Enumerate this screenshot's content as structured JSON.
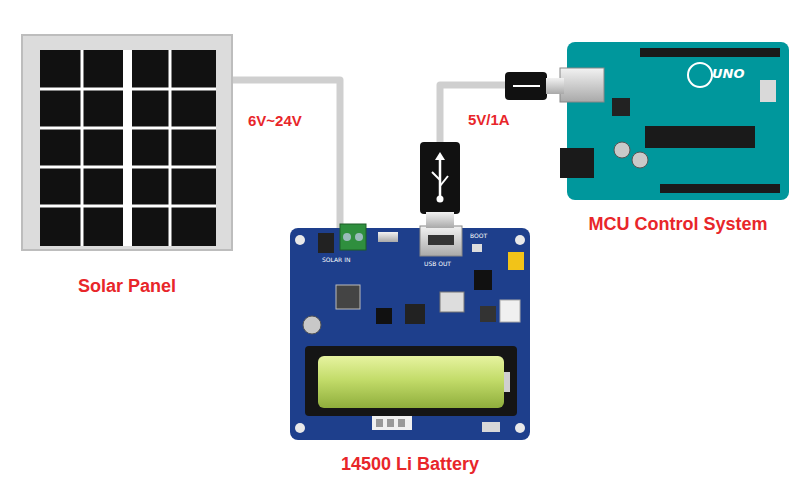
{
  "diagram": {
    "nodes": [
      {
        "text": [
          "Solar Panel"
        ]
      },
      {
        "text": [
          "14500 Li Battery"
        ]
      },
      {
        "text": [
          "MCU Control System"
        ]
      }
    ],
    "edges": [
      {
        "from": 0,
        "to": 1,
        "arrow": "none",
        "label": "6V~24V"
      },
      {
        "from": 1,
        "to": 2,
        "arrow": "none",
        "label": "5V/1A"
      }
    ],
    "labels": [
      "SOLAR IN",
      "USB OUT",
      "BOOT",
      "UNO"
    ]
  }
}
